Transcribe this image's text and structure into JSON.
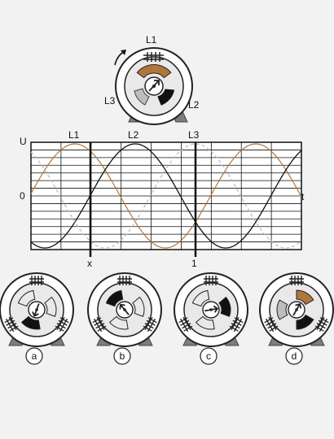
{
  "top_motor": {
    "phase_labels": [
      "L1",
      "L2",
      "L3"
    ],
    "rotation_arrow": "curved-arrow-icon"
  },
  "graph": {
    "y_axis_label": "U",
    "zero_label": "0",
    "x_axis_label": "t",
    "curve_labels": [
      "L1",
      "L2",
      "L3"
    ],
    "marker_labels": [
      "x",
      "1"
    ]
  },
  "motor_labels": [
    "a",
    "b",
    "c",
    "d"
  ],
  "colors": {
    "L1": "#b0763a",
    "L2": "#111111",
    "L3": "#bdbdbd",
    "grid": "#111111",
    "background": "#f2f2f2"
  }
}
